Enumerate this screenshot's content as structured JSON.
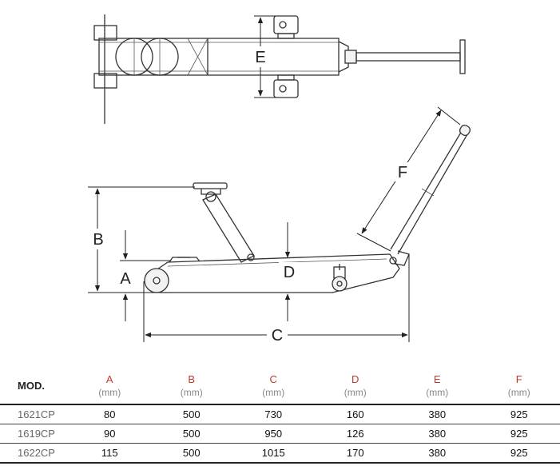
{
  "dimension_labels": {
    "a": "A",
    "b": "B",
    "c": "C",
    "d": "D",
    "e": "E",
    "f": "F"
  },
  "table": {
    "model_header": "MOD.",
    "columns": [
      {
        "name": "A",
        "unit": "(mm)"
      },
      {
        "name": "B",
        "unit": "(mm)"
      },
      {
        "name": "C",
        "unit": "(mm)"
      },
      {
        "name": "D",
        "unit": "(mm)"
      },
      {
        "name": "E",
        "unit": "(mm)"
      },
      {
        "name": "F",
        "unit": "(mm)"
      }
    ],
    "rows": [
      {
        "model": "1621CP",
        "values": [
          "80",
          "500",
          "730",
          "160",
          "380",
          "925"
        ]
      },
      {
        "model": "1619CP",
        "values": [
          "90",
          "500",
          "950",
          "126",
          "380",
          "925"
        ]
      },
      {
        "model": "1622CP",
        "values": [
          "115",
          "500",
          "1015",
          "170",
          "380",
          "925"
        ]
      }
    ]
  },
  "colors": {
    "header_letters": "#c0392b",
    "units": "#888888",
    "lines": "#333333"
  }
}
